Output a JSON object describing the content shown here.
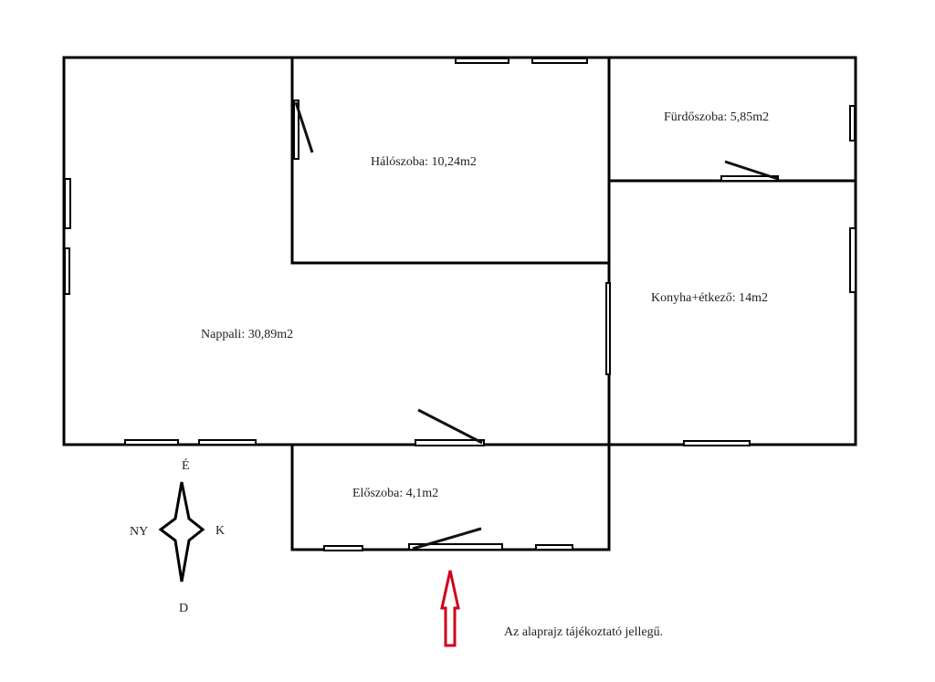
{
  "rooms": {
    "nappali": "Nappali: 30,89m2",
    "haloszoba": "Hálószoba: 10,24m2",
    "furdoszoba": "Fürdőszoba: 5,85m2",
    "konyha": "Konyha+étkező: 14m2",
    "eloszoba": "Előszoba: 4,1m2"
  },
  "compass": {
    "north": "É",
    "south": "D",
    "west": "NY",
    "east": "K"
  },
  "entrance_arrow_color": "#d0021b",
  "note": "Az alaprajz tájékoztató jellegű."
}
